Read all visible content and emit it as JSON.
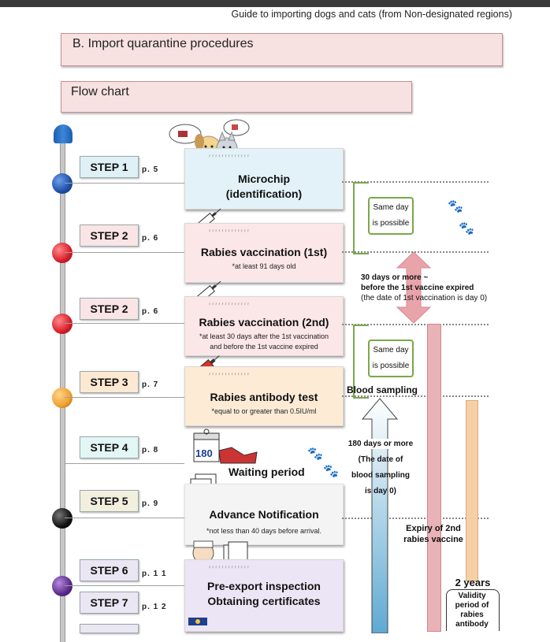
{
  "header": {
    "guide_text": "Guide to importing dogs and cats (from Non-designated regions)",
    "section_title": "B. Import quarantine procedures",
    "subsection_title": "Flow chart"
  },
  "steps": [
    {
      "label": "STEP 1",
      "page": "p. 5",
      "color": "#dff0f6"
    },
    {
      "label": "STEP 2",
      "page": "p. 6",
      "color": "#fae4e6"
    },
    {
      "label": "STEP 2",
      "page": "p. 6",
      "color": "#fae4e6"
    },
    {
      "label": "STEP 3",
      "page": "p. 7",
      "color": "#fde8d2"
    },
    {
      "label": "STEP 4",
      "page": "p. 8",
      "color": "#e2f7f5"
    },
    {
      "label": "STEP 5",
      "page": "p. 9",
      "color": "#f2efdf"
    },
    {
      "label": "STEP 6",
      "page": "p. 1 1",
      "color": "#ebe6f3"
    },
    {
      "label": "STEP 7",
      "page": "p. 1 2",
      "color": "#ebe6f3"
    }
  ],
  "cards": {
    "microchip": {
      "title_line1": "Microchip",
      "title_line2": "(identification)"
    },
    "rabies1": {
      "title": "Rabies vaccination (1st)",
      "note": "*at least 91 days old"
    },
    "rabies2": {
      "title": "Rabies vaccination (2nd)",
      "note_line1": "*at least 30 days after the 1st vaccination",
      "note_line2": "and before the 1st vaccine expired"
    },
    "antibody": {
      "title": "Rabies antibody test",
      "note": "*equal to or greater than 0.5IU/ml"
    },
    "waiting": {
      "title": "Waiting period",
      "calendar_day": "180"
    },
    "notification": {
      "title": "Advance Notification",
      "note": "*not less than 40 days before arrival."
    },
    "preexport": {
      "title_line1": "Pre-export inspection",
      "title_line2": "Obtaining certificates"
    }
  },
  "side_notes": {
    "same_day_1_line1": "Same day",
    "same_day_1_line2": "is possible",
    "same_day_2_line1": "Same day",
    "same_day_2_line2": "is possible",
    "thirty_days_line1": "30 days or more ~",
    "thirty_days_line2": "before the 1st vaccine expired",
    "thirty_days_line3": "(the date of 1st vaccination is day 0)",
    "blood_sampling": "Blood sampling",
    "days180_line1": "180 days or more",
    "days180_line2": "(The date of",
    "days180_line3": "blood sampling",
    "days180_line4": "is day 0)",
    "expiry_line1": "Expiry of 2nd",
    "expiry_line2": "rabies vaccine",
    "two_years": "2 years",
    "validity_line1": "Validity",
    "validity_line2": "period of",
    "validity_line3": "rabies",
    "validity_line4": "antibody"
  },
  "colors": {
    "ball_step1": "#1d4fa8",
    "ball_step2": "#d81e2b",
    "ball_step3": "#f0a030",
    "ball_step5": "#111111",
    "ball_step6": "#5a2a8a",
    "same_day_border": "#7aa84a",
    "pink_arrow": "#e9a4aa",
    "blue_arrow": "#8ec5e0",
    "expiry_bar": "#e9b2b6",
    "validity_bar": "#f7cfa7"
  }
}
